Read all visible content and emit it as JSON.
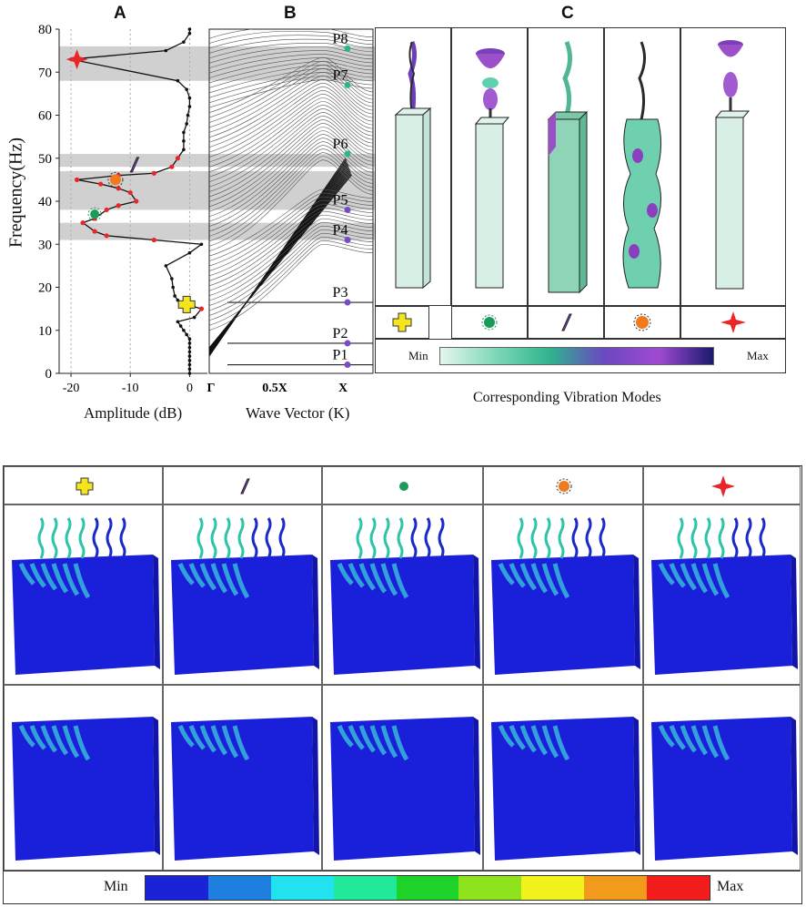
{
  "panels": {
    "a_label": "A",
    "b_label": "B",
    "c_label": "C"
  },
  "panel_a": {
    "ylabel": "Frequency(Hz)",
    "xlabel": "Amplitude (dB)",
    "yticks": [
      "0",
      "10",
      "20",
      "30",
      "40",
      "50",
      "60",
      "70",
      "80"
    ],
    "xticks": [
      "-20",
      "-10",
      "0"
    ],
    "band_color": "#c8c8c8",
    "curve_color": "#111111",
    "highlight_color": "#e8262a"
  },
  "panel_b": {
    "xlabel": "Wave Vector (K)",
    "xticks": [
      "Γ",
      "0.5X",
      "X"
    ],
    "points": [
      {
        "label": "P8",
        "freq": 75.5,
        "color": "#2bb58a"
      },
      {
        "label": "P7",
        "freq": 67,
        "color": "#2bb58a"
      },
      {
        "label": "P6",
        "freq": 51,
        "color": "#2bb58a"
      },
      {
        "label": "P5",
        "freq": 38,
        "color": "#7a4bc7"
      },
      {
        "label": "P4",
        "freq": 31,
        "color": "#7a4bc7"
      },
      {
        "label": "P3",
        "freq": 16.5,
        "color": "#7a4bc7"
      },
      {
        "label": "P2",
        "freq": 7,
        "color": "#7a4bc7"
      },
      {
        "label": "P1",
        "freq": 2,
        "color": "#7a4bc7"
      }
    ]
  },
  "panel_c": {
    "caption": "Corresponding Vibration Modes",
    "colorbar_min": "Min",
    "colorbar_max": "Max",
    "modes": [
      "yellow-cross-marker",
      "green-burst-marker",
      "purple-diamond-marker",
      "orange-burst-marker",
      "red-star-marker"
    ]
  },
  "bottom": {
    "colorbar_min": "Min",
    "colorbar_max": "Max",
    "colorbar_colors": [
      "#1a23d6",
      "#1e7fe0",
      "#21e3f0",
      "#22e89a",
      "#1dd32a",
      "#8fe31c",
      "#f2f21c",
      "#f29a1c",
      "#f21c1c"
    ],
    "markers": [
      "yellow-cross-marker",
      "purple-diamond-marker",
      "green-burst-marker",
      "orange-burst-marker",
      "red-star-marker"
    ],
    "slab_color": "#1a1fd9"
  },
  "chart_data": [
    {
      "type": "line",
      "title": "",
      "xlabel": "Amplitude (dB)",
      "ylabel": "Frequency(Hz)",
      "xlim": [
        -22,
        3
      ],
      "ylim": [
        0,
        80
      ],
      "bands": [
        [
          31,
          35
        ],
        [
          38,
          47
        ],
        [
          48,
          51
        ],
        [
          68,
          76
        ]
      ],
      "series": [
        {
          "x": [
            0,
            0,
            0,
            0,
            0,
            0,
            0,
            0,
            0,
            -0.5,
            -1,
            -1.5,
            -2,
            0.8,
            2,
            -0.5,
            -2,
            -2.5,
            -2.8,
            -3,
            -4,
            0,
            2,
            -6,
            -14,
            -16,
            -18,
            -16,
            -14,
            -12,
            -9,
            -10,
            -12,
            -15,
            -19,
            -12,
            -6,
            -3,
            -2,
            -1,
            -1,
            -1,
            -0.5,
            -0.3,
            0,
            0,
            -0.5,
            -2,
            -20,
            -4,
            -1,
            0,
            0
          ],
          "y": [
            0,
            1,
            2,
            3,
            4,
            5,
            6,
            7,
            8,
            9,
            10,
            11,
            12,
            13,
            15,
            16,
            17,
            18,
            20,
            22,
            25,
            28,
            30,
            31,
            32,
            33,
            35,
            36,
            38,
            39,
            40,
            42,
            43,
            44,
            45,
            46,
            46.5,
            48,
            50,
            52,
            54,
            56,
            58,
            60,
            62,
            64,
            66,
            68,
            73,
            75,
            77,
            79,
            80
          ]
        }
      ]
    },
    {
      "type": "line",
      "title": "",
      "xlabel": "Wave Vector (K)",
      "xticks": [
        "Γ",
        "0.5X",
        "X"
      ],
      "ylim": [
        0,
        80
      ],
      "note": "band-structure dispersion curves"
    }
  ]
}
